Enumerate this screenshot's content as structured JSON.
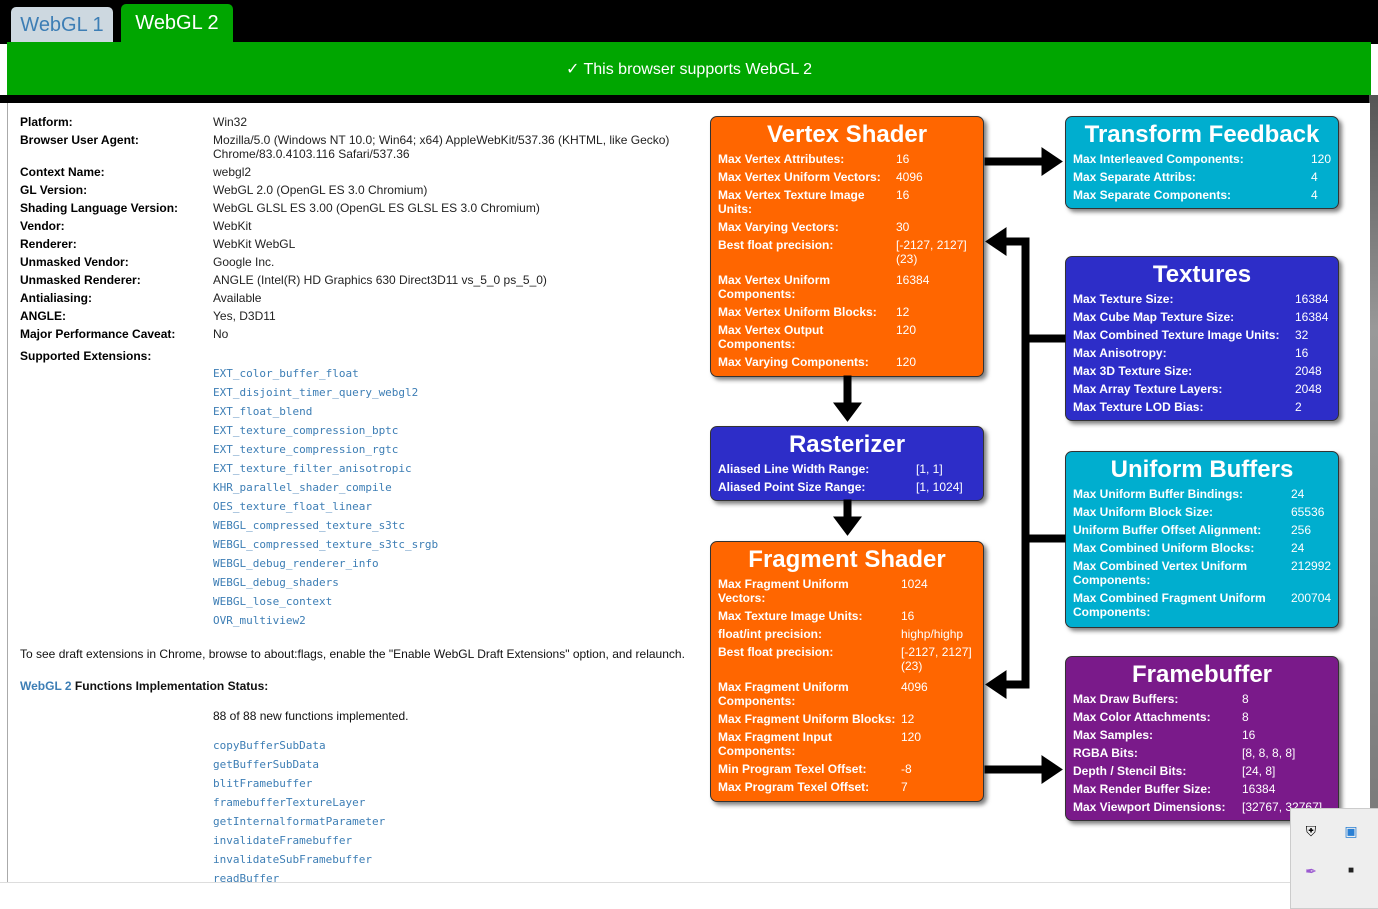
{
  "tabs": [
    "WebGL 1",
    "WebGL 2"
  ],
  "banner": "✓ This browser supports WebGL 2",
  "info": [
    {
      "label": "Platform:",
      "value": "Win32"
    },
    {
      "label": "Browser User Agent:",
      "value": "Mozilla/5.0 (Windows NT 10.0; Win64; x64) AppleWebKit/537.36 (KHTML, like Gecko)",
      "value2": "Chrome/83.0.4103.116 Safari/537.36"
    },
    {
      "label": "Context Name:",
      "value": "webgl2"
    },
    {
      "label": "GL Version:",
      "value": "WebGL 2.0 (OpenGL ES 3.0 Chromium)"
    },
    {
      "label": "Shading Language Version:",
      "value": "WebGL GLSL ES 3.00 (OpenGL ES GLSL ES 3.0 Chromium)"
    },
    {
      "label": "Vendor:",
      "value": "WebKit"
    },
    {
      "label": "Renderer:",
      "value": "WebKit WebGL"
    },
    {
      "label": "Unmasked Vendor:",
      "value": "Google Inc."
    },
    {
      "label": "Unmasked Renderer:",
      "value": "ANGLE (Intel(R) HD Graphics 630 Direct3D11 vs_5_0 ps_5_0)"
    },
    {
      "label": "Antialiasing:",
      "value": "Available"
    },
    {
      "label": "ANGLE:",
      "value": "Yes, D3D11"
    },
    {
      "label": "Major Performance Caveat:",
      "value": "No"
    }
  ],
  "extensions_label": "Supported Extensions:",
  "extensions": [
    "EXT_color_buffer_float",
    "EXT_disjoint_timer_query_webgl2",
    "EXT_float_blend",
    "EXT_texture_compression_bptc",
    "EXT_texture_compression_rgtc",
    "EXT_texture_filter_anisotropic",
    "KHR_parallel_shader_compile",
    "OES_texture_float_linear",
    "WEBGL_compressed_texture_s3tc",
    "WEBGL_compressed_texture_s3tc_srgb",
    "WEBGL_debug_renderer_info",
    "WEBGL_debug_shaders",
    "WEBGL_lose_context",
    "OVR_multiview2"
  ],
  "draft_note": "To see draft extensions in Chrome, browse to about:flags, enable the \"Enable WebGL Draft Extensions\" option, and relaunch.",
  "functions_link": "WebGL 2",
  "functions_label": " Functions Implementation Status:",
  "functions_count": "88 of 88 new functions implemented.",
  "functions": [
    "copyBufferSubData",
    "getBufferSubData",
    "blitFramebuffer",
    "framebufferTextureLayer",
    "getInternalformatParameter",
    "invalidateFramebuffer",
    "invalidateSubFramebuffer",
    "readBuffer"
  ],
  "vertex": {
    "title": "Vertex Shader",
    "rows": [
      [
        "Max Vertex Attributes:",
        "16"
      ],
      [
        "Max Vertex Uniform Vectors:",
        "4096"
      ],
      [
        "Max Vertex Texture Image Units:",
        "16"
      ],
      [
        "Max Varying Vectors:",
        "30"
      ],
      [
        "Best float precision:",
        "[-2127, 2127] (23)"
      ],
      [
        "Max Vertex Uniform Components:",
        "16384"
      ],
      [
        "Max Vertex Uniform Blocks:",
        "12"
      ],
      [
        "Max Vertex Output Components:",
        "120"
      ],
      [
        "Max Varying Components:",
        "120"
      ]
    ]
  },
  "rasterizer": {
    "title": "Rasterizer",
    "rows": [
      [
        "Aliased Line Width Range:",
        "[1, 1]"
      ],
      [
        "Aliased Point Size Range:",
        "[1, 1024]"
      ]
    ]
  },
  "fragment": {
    "title": "Fragment Shader",
    "rows": [
      [
        "Max Fragment Uniform Vectors:",
        "1024"
      ],
      [
        "Max Texture Image Units:",
        "16"
      ],
      [
        "float/int precision:",
        "highp/highp"
      ],
      [
        "Best float precision:",
        "[-2127, 2127] (23)"
      ],
      [
        "Max Fragment Uniform Components:",
        "4096"
      ],
      [
        "Max Fragment Uniform Blocks:",
        "12"
      ],
      [
        "Max Fragment Input Components:",
        "120"
      ],
      [
        "Min Program Texel Offset:",
        "-8"
      ],
      [
        "Max Program Texel Offset:",
        "7"
      ]
    ]
  },
  "feedback": {
    "title": "Transform Feedback",
    "rows": [
      [
        "Max Interleaved Components:",
        "120"
      ],
      [
        "Max Separate Attribs:",
        "4"
      ],
      [
        "Max Separate Components:",
        "4"
      ]
    ]
  },
  "textures": {
    "title": "Textures",
    "rows": [
      [
        "Max Texture Size:",
        "16384"
      ],
      [
        "Max Cube Map Texture Size:",
        "16384"
      ],
      [
        "Max Combined Texture Image Units:",
        "32"
      ],
      [
        "Max Anisotropy:",
        "16"
      ],
      [
        "Max 3D Texture Size:",
        "2048"
      ],
      [
        "Max Array Texture Layers:",
        "2048"
      ],
      [
        "Max Texture LOD Bias:",
        "2"
      ]
    ]
  },
  "uniform": {
    "title": "Uniform Buffers",
    "rows": [
      [
        "Max Uniform Buffer Bindings:",
        "24"
      ],
      [
        "Max Uniform Block Size:",
        "65536"
      ],
      [
        "Uniform Buffer Offset Alignment:",
        "256"
      ],
      [
        "Max Combined Uniform Blocks:",
        "24"
      ],
      [
        "Max Combined Vertex Uniform Components:",
        "212992"
      ],
      [
        "Max Combined Fragment Uniform Components:",
        "200704"
      ]
    ]
  },
  "framebuffer": {
    "title": "Framebuffer",
    "rows": [
      [
        "Max Draw Buffers:",
        "8"
      ],
      [
        "Max Color Attachments:",
        "8"
      ],
      [
        "Max Samples:",
        "16"
      ],
      [
        "RGBA Bits:",
        "[8, 8, 8, 8]"
      ],
      [
        "Depth / Stencil Bits:",
        "[24, 8]"
      ],
      [
        "Max Render Buffer Size:",
        "16384"
      ],
      [
        "Max Viewport Dimensions:",
        "[32767, 32767]"
      ]
    ]
  },
  "colors": {
    "green": "#00a600",
    "orange": "#ff6600",
    "blue": "#2d2dc8",
    "cyan": "#00aecf",
    "purple": "#7a1a8a",
    "link": "#3d7eb5"
  }
}
